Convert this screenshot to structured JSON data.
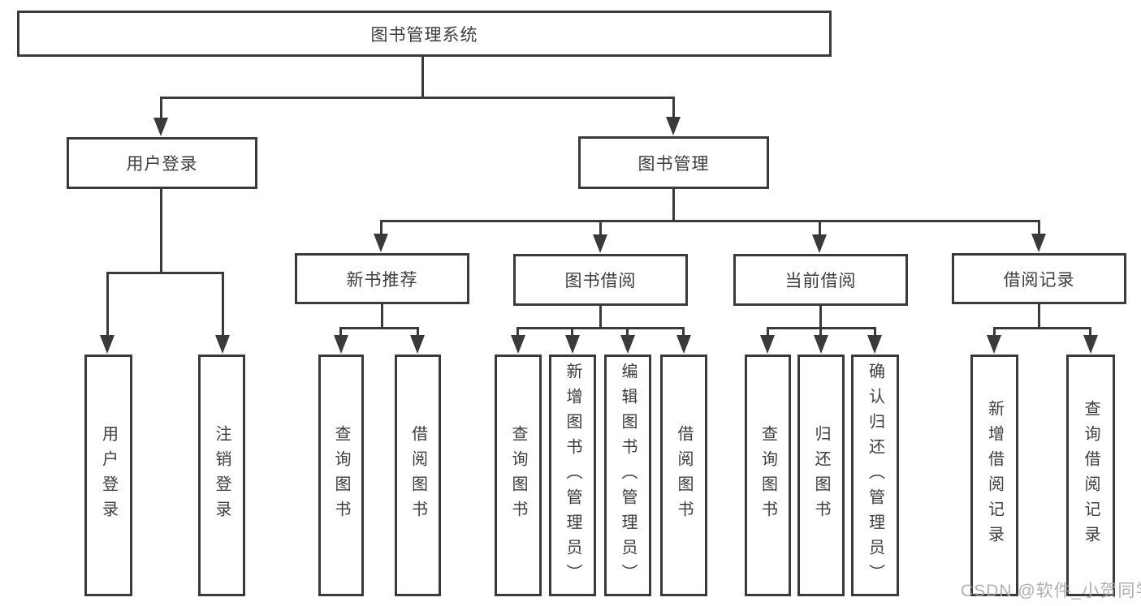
{
  "colors": {
    "line": "#3a3a3c",
    "text": "#3d3d3f",
    "background": "#ffffff",
    "watermark_color": "#a8a8a8"
  },
  "root": {
    "label": "图书管理系统"
  },
  "level2": {
    "user_login": "用户登录",
    "book_mgmt": "图书管理"
  },
  "level3": {
    "new_book_rec": "新书推荐",
    "book_borrow": "图书借阅",
    "current_borrow": "当前借阅",
    "borrow_records": "借阅记录"
  },
  "leaves": {
    "user_login_leaf": "用户登录",
    "logout_leaf": "注销登录",
    "nb_query_books": "查询图书",
    "nb_borrow_books": "借阅图书",
    "bb_query_books": "查询图书",
    "bb_add_books_admin": "新增图书（管理员）",
    "bb_edit_books_admin": "编辑图书（管理员）",
    "bb_borrow_books": "借阅图书",
    "cb_query_books": "查询图书",
    "cb_return_books": "归还图书",
    "cb_confirm_return_admin": "确认归还（管理员）",
    "br_add_record": "新增借阅记录",
    "br_query_record": "查询借阅记录"
  },
  "watermark": "CSDN @软件_小贺同学"
}
